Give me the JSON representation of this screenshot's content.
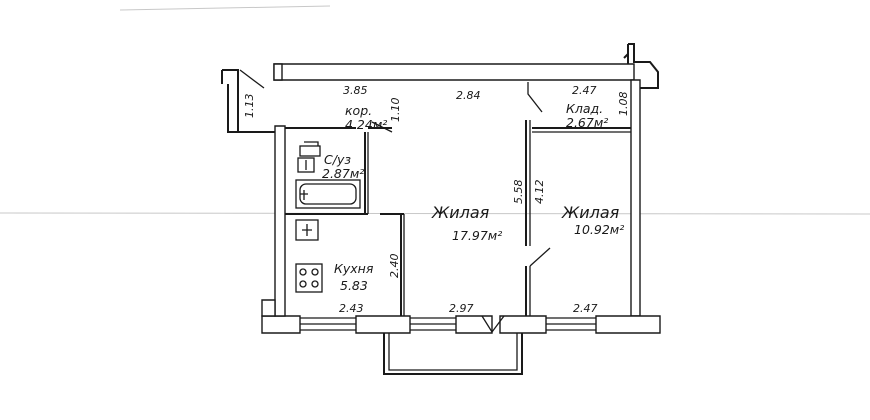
{
  "rooms": {
    "corridor": {
      "name": "кор.",
      "area": "4.24м²"
    },
    "bathroom": {
      "name": "С/уз",
      "area": "2.87м²"
    },
    "storage": {
      "name": "Клад.",
      "area": "2.67м²"
    },
    "living_large": {
      "name": "Жилая",
      "area": "17.97м²"
    },
    "living_small": {
      "name": "Жилая",
      "area": "10.92м²"
    },
    "kitchen": {
      "name": "Кухня",
      "area": "5.83"
    }
  },
  "dimensions": {
    "top_left": "3.85",
    "top_mid": "2.84",
    "top_right": "2.47",
    "left_stub": "1.13",
    "corridor_side": "1.10",
    "right_side": "1.08",
    "partition_a": "5.58",
    "partition_b": "4.12",
    "kitchen_side": "2.40",
    "bottom_left": "2.43",
    "bottom_mid": "2.97",
    "bottom_right": "2.47"
  }
}
